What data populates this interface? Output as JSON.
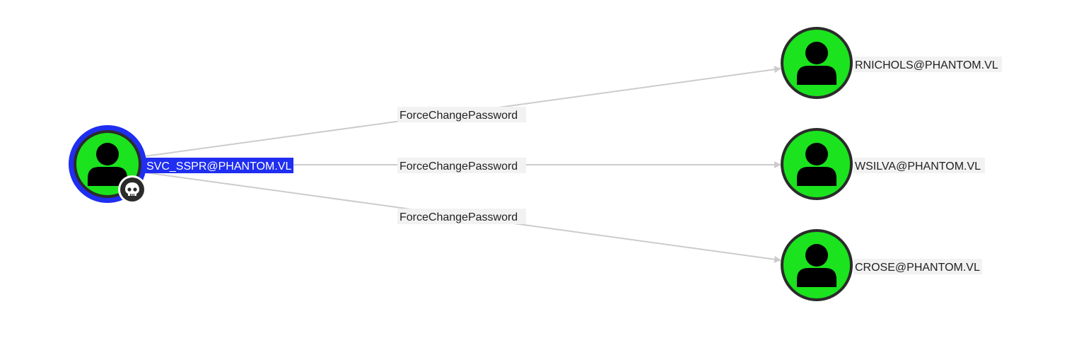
{
  "graph": {
    "source_node": {
      "label": "SVC_SSPR@PHANTOM.VL",
      "type_icon": "user-icon",
      "badge_icon": "skull-icon",
      "selected": true
    },
    "target_nodes": [
      {
        "label": "RNICHOLS@PHANTOM.VL",
        "type_icon": "user-icon"
      },
      {
        "label": "WSILVA@PHANTOM.VL",
        "type_icon": "user-icon"
      },
      {
        "label": "CROSE@PHANTOM.VL",
        "type_icon": "user-icon"
      }
    ],
    "edges": [
      {
        "label": "ForceChangePassword"
      },
      {
        "label": "ForceChangePassword"
      },
      {
        "label": "ForceChangePassword"
      }
    ]
  },
  "colors": {
    "node_fill": "#1be31e",
    "node_ring": "#2b2b2b",
    "selected_ring": "#1f2ef0",
    "edge": "#cccccc",
    "badge_fill": "#2b2b2b"
  }
}
